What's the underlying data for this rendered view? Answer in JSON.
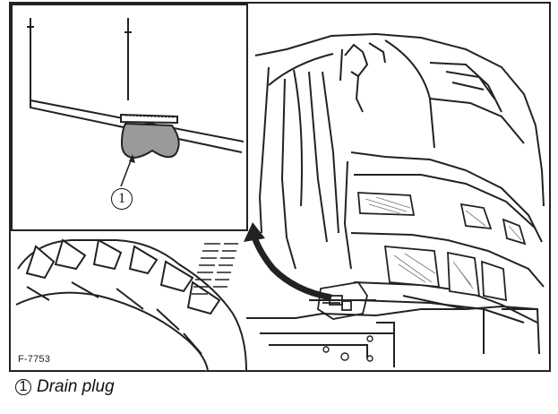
{
  "figure": {
    "code": "F-7753",
    "callout_number": "1"
  },
  "caption": {
    "number": "1",
    "text": "Drain plug"
  }
}
